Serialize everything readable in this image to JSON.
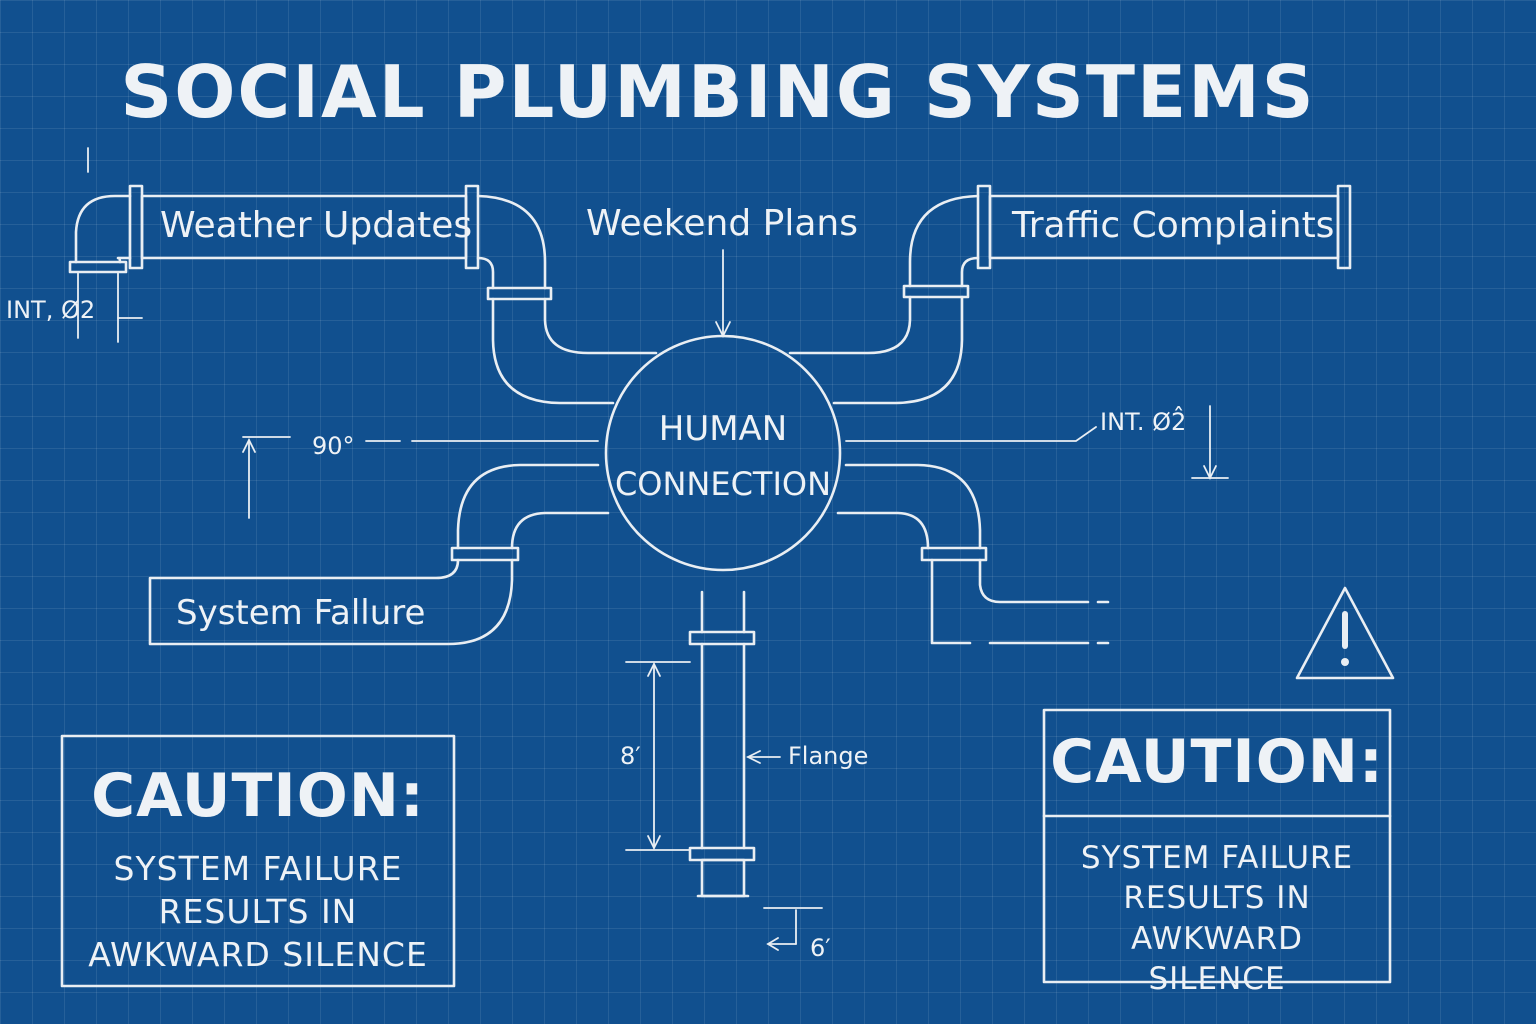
{
  "title": "SOCIAL PLUMBING SYSTEMS",
  "hub": {
    "line1": "HUMAN",
    "line2": "CONNECTION"
  },
  "pipes": {
    "weather": "Weather Updates",
    "weekend": "Weekend Plans",
    "traffic": "Traffic Complaints",
    "failure": "System Fallure"
  },
  "annotations": {
    "int_left": "INT, Ø2",
    "int_right": "INT. Ø2̂",
    "angle": "90°",
    "length_8": "8′",
    "flange": "Flange",
    "length_6": "6′"
  },
  "caution_left": {
    "heading": "CAUTION:",
    "body": "SYSTEM FAILURE RESULTS IN AWKWARD SILENCE"
  },
  "caution_right": {
    "heading": "CAUTION:",
    "body": "SYSTEM FAILURE RESULTS IN AWKWARD SILENCE"
  },
  "warning_icon": "warning-triangle-icon",
  "colors": {
    "background": "#11508f",
    "line": "#e9eef3"
  }
}
